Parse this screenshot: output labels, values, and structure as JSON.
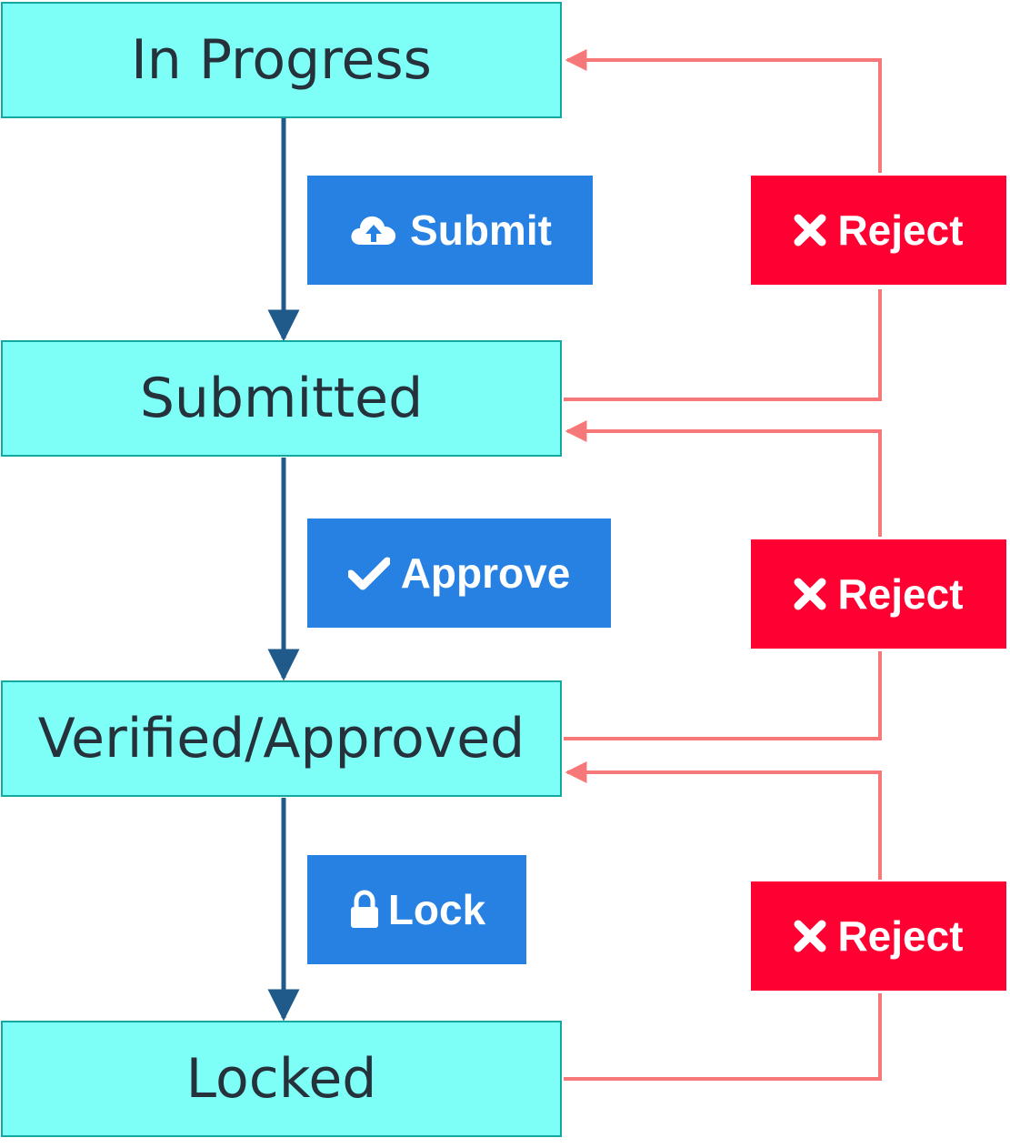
{
  "colors": {
    "state_fill": "#7dfff8",
    "state_border": "#13a8a0",
    "state_text": "#26323b",
    "action_blue": "#2781e2",
    "reject_red": "#ff0033",
    "forward_arrow": "#1f5a8b",
    "reject_arrow": "#f77878"
  },
  "states": {
    "in_progress": "In Progress",
    "submitted": "Submitted",
    "verified": "Verified/Approved",
    "locked": "Locked"
  },
  "actions": {
    "submit": {
      "label": "Submit",
      "icon": "cloud-upload-icon"
    },
    "approve": {
      "label": "Approve",
      "icon": "checkmark-icon"
    },
    "lock": {
      "label": "Lock",
      "icon": "lock-icon"
    }
  },
  "rejects": [
    {
      "label": "Reject",
      "icon": "close-icon"
    },
    {
      "label": "Reject",
      "icon": "close-icon"
    },
    {
      "label": "Reject",
      "icon": "close-icon"
    }
  ]
}
